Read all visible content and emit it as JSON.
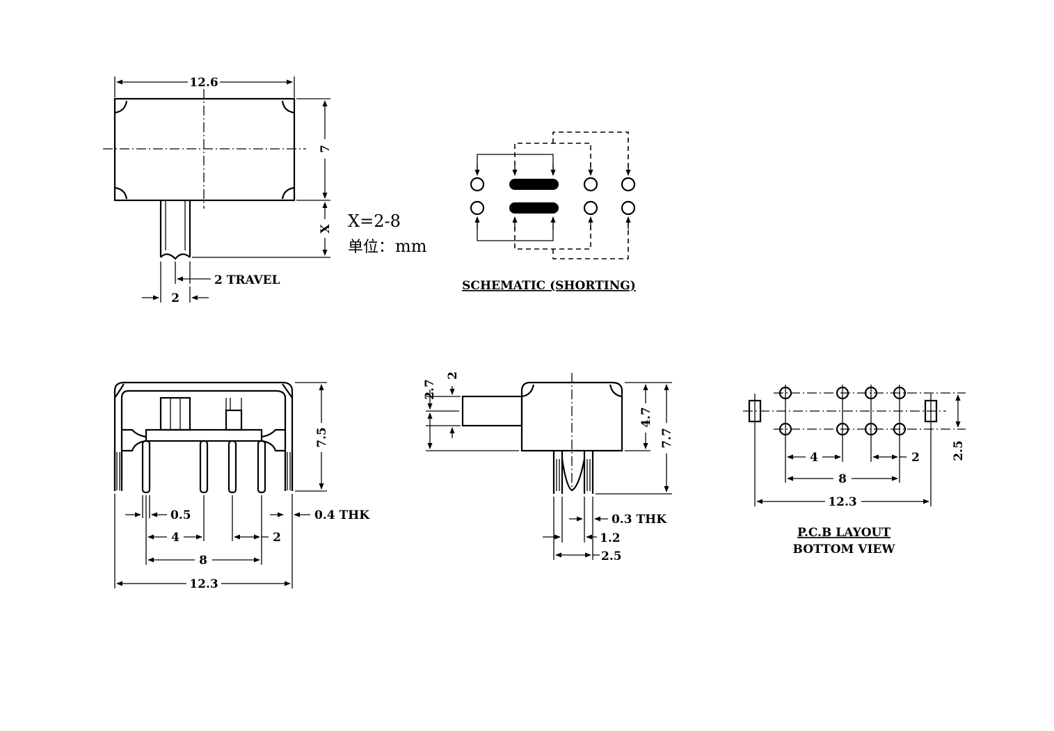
{
  "top_view": {
    "width": "12.6",
    "height": "7",
    "actuator_length": "X",
    "actuator_width": "2",
    "travel": "2 TRAVEL"
  },
  "notes": {
    "x_range": "X=2-8",
    "unit_label": "单位：",
    "unit_value": "mm"
  },
  "schematic": {
    "caption": "SCHEMATIC (SHORTING)"
  },
  "front_view": {
    "height": "7.5",
    "pin_width": "0.5",
    "pitch_small": "4",
    "pitch_right": "2",
    "span": "8",
    "overall": "12.3",
    "thickness": "0.4 THK"
  },
  "side_view": {
    "actuator_offset": "2.7",
    "actuator_thk": "2",
    "body_height": "4.7",
    "total_height": "7.7",
    "pin_thk": "0.3 THK",
    "pin_gap": "1.2",
    "pin_span": "2.5"
  },
  "pcb_layout": {
    "pitch_small": "4",
    "pitch_right": "2",
    "span": "8",
    "overall": "12.3",
    "row_spacing": "2.5",
    "caption_1": "P.C.B LAYOUT",
    "caption_2": "BOTTOM VIEW"
  }
}
